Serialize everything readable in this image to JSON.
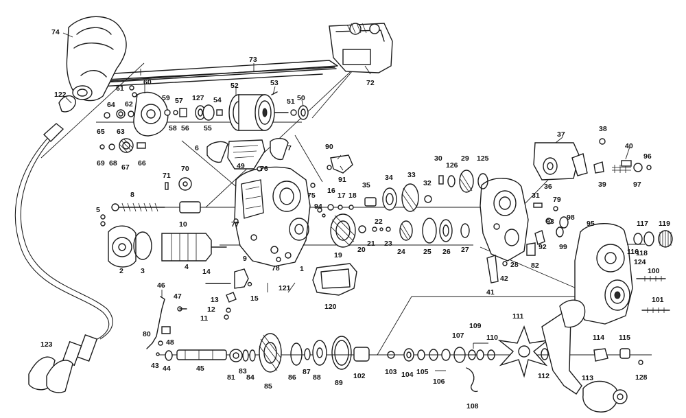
{
  "diagram": {
    "kind": "exploded parts schematic",
    "line_color": "#1a1a1a",
    "background": "#ffffff"
  },
  "callouts": {
    "c1": "1",
    "c2": "2",
    "c3": "3",
    "c4": "4",
    "c5": "5",
    "c6": "6",
    "c7": "7",
    "c8": "8",
    "c9": "9",
    "c10": "10",
    "c11": "11",
    "c12": "12",
    "c13": "13",
    "c14": "14",
    "c15": "15",
    "c16": "16",
    "c17": "17",
    "c18": "18",
    "c19": "19",
    "c20": "20",
    "c21": "21",
    "c22": "22",
    "c23": "23",
    "c24": "24",
    "c25": "25",
    "c26": "26",
    "c27": "27",
    "c28": "28",
    "c29": "29",
    "c30": "30",
    "c31": "31",
    "c32": "32",
    "c33": "33",
    "c34": "34",
    "c35": "35",
    "c36": "36",
    "c37": "37",
    "c38": "38",
    "c39": "39",
    "c40": "40",
    "c41": "41",
    "c42": "42",
    "c43": "43",
    "c44": "44",
    "c45": "45",
    "c46": "46",
    "c47": "47",
    "c48": "48",
    "c49": "49",
    "c50": "50",
    "c51": "51",
    "c52": "52",
    "c53": "53",
    "c54": "54",
    "c55": "55",
    "c56": "56",
    "c57": "57",
    "c58": "58",
    "c59": "59",
    "c60": "60",
    "c61": "61",
    "c62": "62",
    "c63": "63",
    "c64": "64",
    "c65": "65",
    "c66": "66",
    "c67": "67",
    "c68": "68",
    "c69": "69",
    "c70": "70",
    "c71": "71",
    "c72": "72",
    "c73": "73",
    "c74": "74",
    "c75": "75",
    "c76": "76",
    "c77": "77",
    "c78": "78",
    "c79": "79",
    "c80": "80",
    "c81": "81",
    "c82": "82",
    "c83": "83",
    "c84": "84",
    "c85": "85",
    "c86": "86",
    "c87": "87",
    "c88": "88",
    "c89": "89",
    "c90": "90",
    "c91": "91",
    "c92": "92",
    "c93": "93",
    "c94": "94",
    "c95": "95",
    "c96": "96",
    "c97": "97",
    "c98": "98",
    "c99": "99",
    "c100": "100",
    "c101": "101",
    "c102": "102",
    "c103": "103",
    "c104": "104",
    "c105": "105",
    "c106": "106",
    "c107": "107",
    "c108": "108",
    "c109": "109",
    "c110": "110",
    "c111": "111",
    "c112": "112",
    "c113": "113",
    "c114": "114",
    "c115": "115",
    "c116": "116",
    "c117": "117",
    "c118": "118",
    "c119": "119",
    "c120": "120",
    "c121": "121",
    "c122": "122",
    "c123": "123",
    "c124": "124",
    "c125": "125",
    "c126": "126",
    "c127": "127",
    "c128": "128"
  }
}
